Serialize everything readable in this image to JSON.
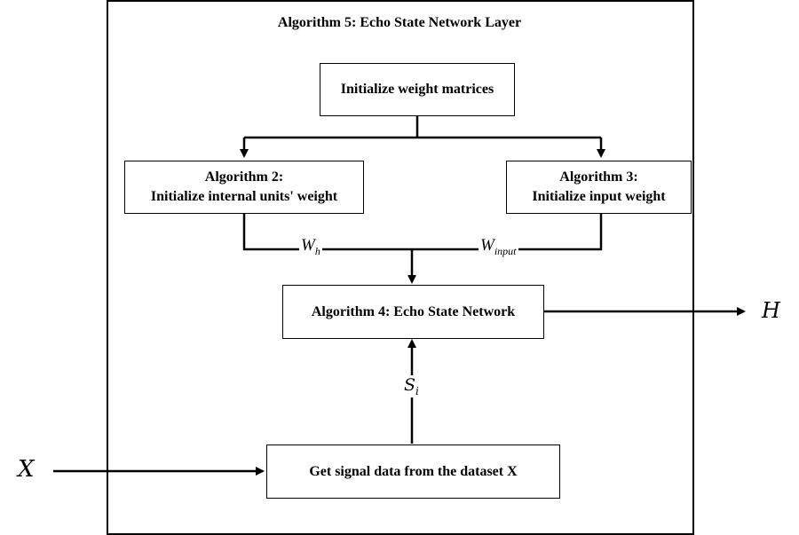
{
  "title": "Algorithm 5: Echo State Network Layer",
  "boxes": {
    "init": "Initialize weight matrices",
    "alg2_line1": "Algorithm 2:",
    "alg2_line2": "Initialize internal units' weight",
    "alg3_line1": "Algorithm 3:",
    "alg3_line2": "Initialize input weight",
    "alg4": "Algorithm 4: Echo State Network",
    "get_signal": "Get  signal data from the dataset X"
  },
  "labels": {
    "w_h_base": "W",
    "w_h_sub": "h",
    "w_input_base": "W",
    "w_input_sub": "input",
    "s_i_base": "S",
    "s_i_sub": "i",
    "input_x": "X",
    "output_h": "H"
  }
}
